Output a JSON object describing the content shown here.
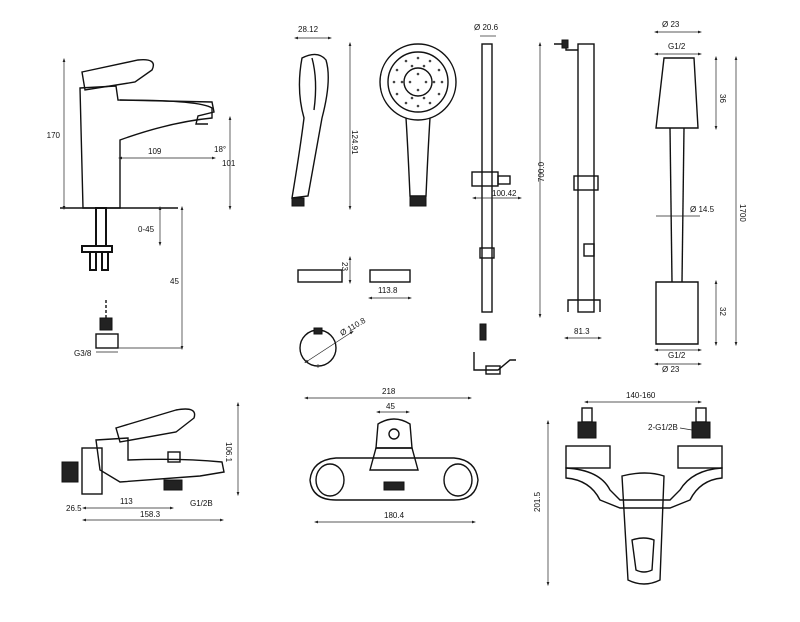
{
  "labels": {
    "basin_height": "170",
    "basin_reach": "109",
    "basin_angle": "18°",
    "basin_spout_height": "101",
    "basin_range": "0-45",
    "basin_shank": "45",
    "basin_thread": "G3/8",
    "handshower_width": "28.12",
    "handshower_length": "124.91",
    "holder_height": "23",
    "holder_length": "113.8",
    "flange_dia": "Ø 110.8",
    "rail_dia": "Ø 20.6",
    "slider_width": "100.42",
    "rail_length": "700.0",
    "rail_offset": "81.3",
    "hose_dia_top": "Ø 23",
    "hose_thread_top": "G1/2",
    "hose_end_len_top": "36",
    "hose_dia_mid": "Ø 14.5",
    "hose_length": "1700",
    "hose_end_len_bottom": "32",
    "hose_thread_bottom": "G1/2",
    "hose_dia_bottom": "Ø 23",
    "bath_height": "106.1",
    "bath_offset": "26.5",
    "bath_reach": "113",
    "bath_thread": "G1/2B",
    "bath_length": "158.3",
    "front_width": "218",
    "front_handle": "45",
    "front_body": "180.4",
    "shower_centres": "140-160",
    "shower_thread": "2-G1/2B",
    "shower_height": "201.5"
  }
}
